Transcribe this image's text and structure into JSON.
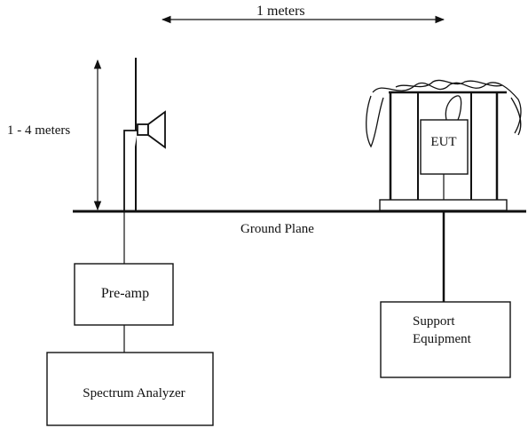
{
  "labels": {
    "distance": "1   meters",
    "height": "1 - 4 meters",
    "ground_plane": "Ground Plane",
    "eut": "EUT",
    "preamp": "Pre-amp",
    "support_line1": "Support",
    "support_line2": "Equipment",
    "spectrum_analyzer": "Spectrum Analyzer"
  }
}
